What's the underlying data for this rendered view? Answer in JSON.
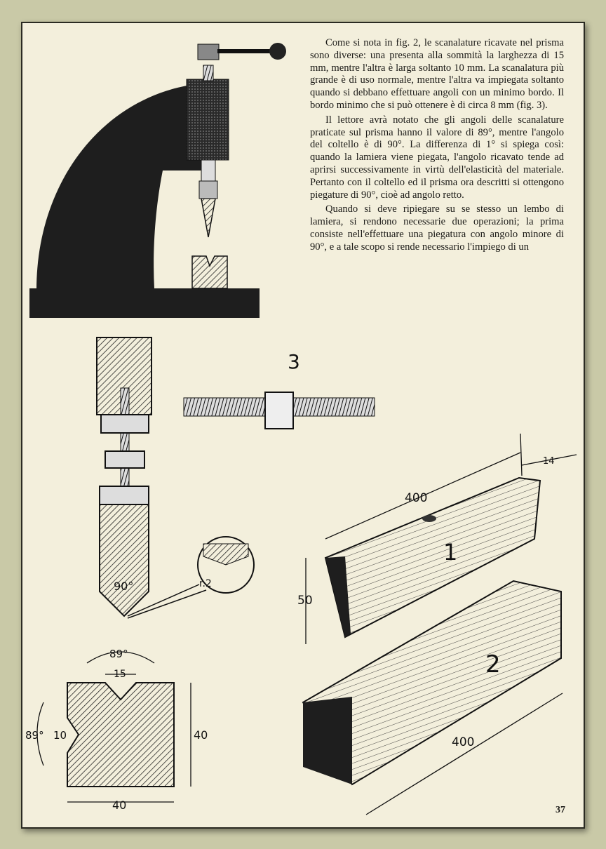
{
  "page": {
    "paragraphs": [
      "Come si nota in fig. 2, le scanalature ricavate nel prisma sono diverse: una presenta alla sommità la larghezza di 15 mm, mentre l'altra è larga soltanto 10 mm. La scanalatura più grande è di uso normale, mentre l'altra va impiegata soltanto quando si debbano effettuare angoli con un minimo bordo. Il bordo minimo che si può ottenere è di circa 8 mm (fig. 3).",
      "Il lettore avrà notato che gli angoli delle scanalature praticate sul prisma hanno il valore di 89°, mentre l'angolo del coltello è di 90°. La differenza di 1° si spiega così: quando la lamiera viene piegata, l'angolo ricavato tende ad aprirsi successivamente in virtù dell'elasticità del materiale. Pertanto con il coltello ed il prisma ora descritti si ottengono piegature di 90°, cioè ad angolo retto.",
      "Quando si deve ripiegare su se stesso un lembo di lamiera, si rendono necessarie due operazioni; la prima consiste nell'effettuare una piegatura con angolo minore di 90°, e a tale scopo si rende necessario l'impiego di un"
    ],
    "page_number": "37"
  },
  "figure": {
    "label_fig3": "3",
    "label_fig1": "1",
    "label_fig2": "2",
    "knife_angle": "90°",
    "radius_label": "r.2",
    "dim_top_400": "400",
    "dim_top_14": "14",
    "dim_height_50": "50",
    "dim_bottom_400": "400",
    "prism_angle_top": "89°",
    "prism_width_top": "15",
    "prism_angle_side": "89°",
    "prism_width_side": "10",
    "prism_height": "40",
    "prism_width": "40"
  }
}
